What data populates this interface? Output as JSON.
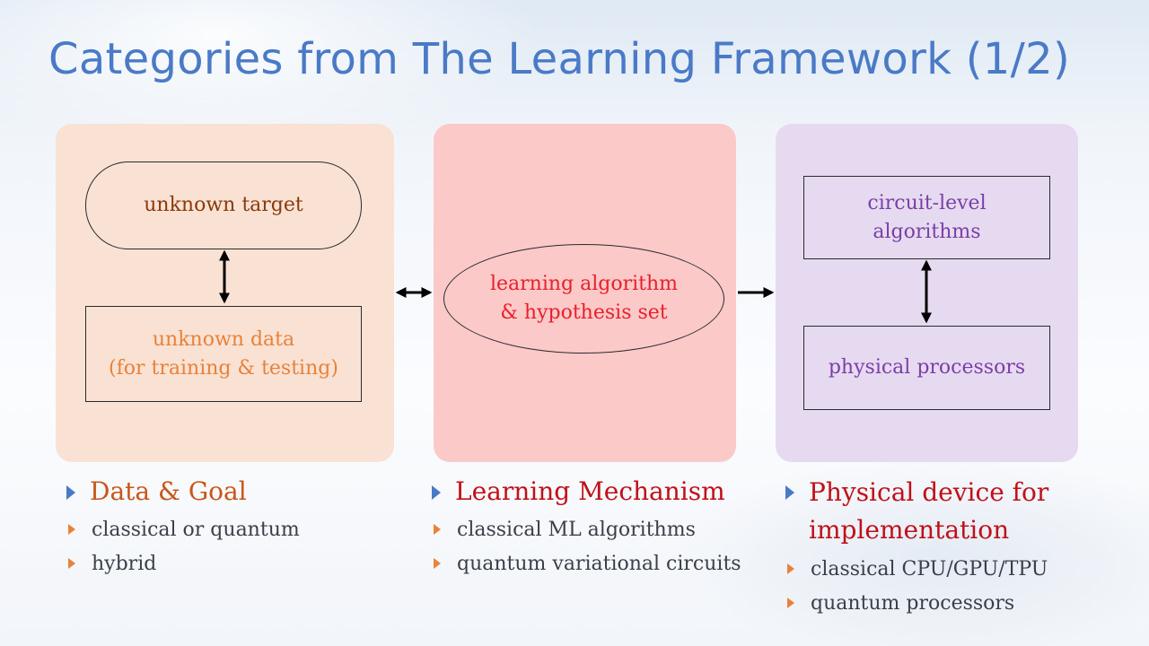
{
  "title": "Categories from The Learning Framework (1/2)",
  "colors": {
    "title": "#4a7ac7",
    "panel_data": "#f9e2d4",
    "panel_learning": "#fcc9c9",
    "panel_physical": "#e6daf0",
    "bullet_main": "#4a7ac7",
    "bullet_sub": "#e8823a"
  },
  "diagram": {
    "unknown_target": "unknown target",
    "unknown_data_line1": "unknown data",
    "unknown_data_line2": "(for training & testing)",
    "learning_line1": "learning algorithm",
    "learning_line2": "& hypothesis set",
    "circuit_line1": "circuit-level",
    "circuit_line2": "algorithms",
    "physical_processors": "physical processors"
  },
  "sections": {
    "data_goal": {
      "heading": "Data & Goal",
      "items": [
        "classical or quantum",
        "hybrid"
      ]
    },
    "learning_mechanism": {
      "heading": "Learning Mechanism",
      "items": [
        "classical ML algorithms",
        "quantum variational circuits"
      ]
    },
    "physical_device": {
      "heading_line1": "Physical device for",
      "heading_line2": "implementation",
      "items": [
        "classical CPU/GPU/TPU",
        "quantum processors"
      ]
    }
  }
}
